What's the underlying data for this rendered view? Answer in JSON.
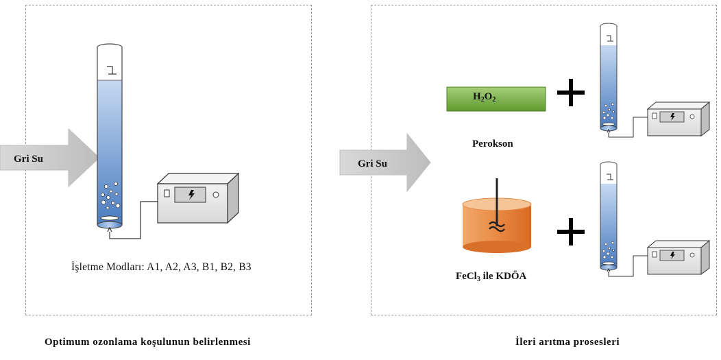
{
  "left_panel": {
    "input_label": "Gri Su",
    "modes_text": "İşletme Modları: A1, A2, A3, B1, B2, B3",
    "caption": "Optimum ozonlama koşulunun belirlenmesi"
  },
  "right_panel": {
    "input_label": "Gri Su",
    "reagent": {
      "text": "H",
      "sub1": "2",
      "mid": "O",
      "sub2": "2"
    },
    "process_a": "Perokson",
    "process_b": {
      "prefix": "FeCl",
      "sub": "3",
      "suffix": " ile KDÖA"
    },
    "plus_symbol": "+",
    "caption": "İleri arıtma prosesleri"
  },
  "colors": {
    "arrow_fill": "#c9c9c9",
    "column_water_top": "#c5d9f1",
    "column_water_bottom": "#4a7cc0",
    "h2o2_green": "#76b043",
    "tank_orange": "#e77a31",
    "generator_fill": "#eaeaea"
  },
  "icons": [
    "ozone-column-icon",
    "ozone-generator-icon",
    "mixing-tank-icon",
    "plus-icon",
    "input-arrow-icon"
  ]
}
